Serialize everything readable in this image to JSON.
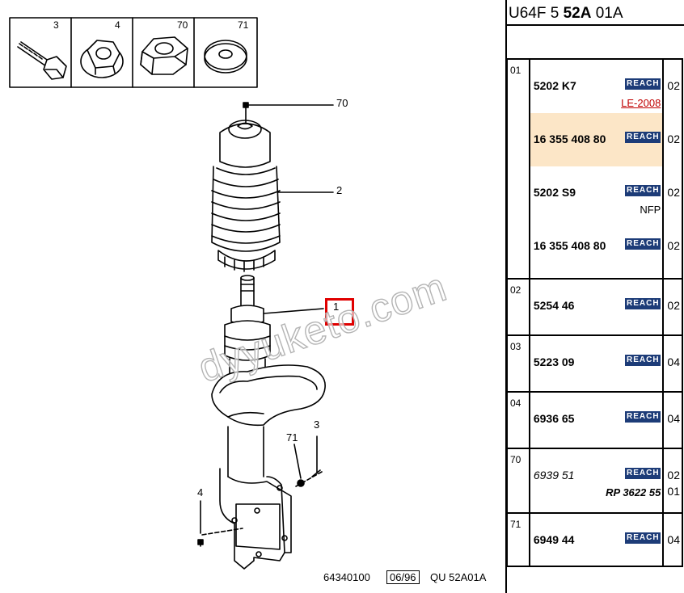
{
  "diagram": {
    "inset_labels": [
      "3",
      "4",
      "70",
      "71"
    ],
    "callouts": [
      "70",
      "2",
      "1",
      "3",
      "71",
      "4"
    ],
    "watermark": "dyyuketo.com",
    "footer": {
      "code": "64340100",
      "date": "06/96",
      "ref": "QU 52A01A"
    }
  },
  "header": {
    "part1": "U64F 5",
    "part2": "52A",
    "part3": "01A"
  },
  "reach_label": "REACH",
  "colors": {
    "highlight_row": "#fce6c7",
    "reach_badge": "#1d3c78",
    "callout_box": "#e00000",
    "note_red": "#c00000"
  },
  "rows": [
    {
      "rep": "01",
      "subs": [
        {
          "ref": "5202 K7",
          "note": "LE-2008",
          "note_style": "red",
          "qty": "02",
          "highlight": false
        },
        {
          "ref": "16 355 408 80",
          "qty": "02",
          "highlight": true
        },
        {
          "ref": "5202 S9",
          "note": "NFP",
          "note_style": "plain",
          "qty": "02",
          "highlight": false
        },
        {
          "ref": "16 355 408 80",
          "qty": "02",
          "highlight": false
        }
      ]
    },
    {
      "rep": "02",
      "subs": [
        {
          "ref": "5254 46",
          "qty": "02"
        }
      ]
    },
    {
      "rep": "03",
      "subs": [
        {
          "ref": "5223 09",
          "qty": "04"
        }
      ]
    },
    {
      "rep": "04",
      "subs": [
        {
          "ref": "6936 65",
          "qty": "04"
        }
      ]
    },
    {
      "rep": "70",
      "subs": [
        {
          "ref": "6939 51",
          "ref_style": "italic",
          "note": "RP 3622 55",
          "note_style": "bi",
          "qty": "02",
          "qty2": "01"
        }
      ]
    },
    {
      "rep": "71",
      "subs": [
        {
          "ref": "6949 44",
          "qty": "04"
        }
      ]
    }
  ]
}
